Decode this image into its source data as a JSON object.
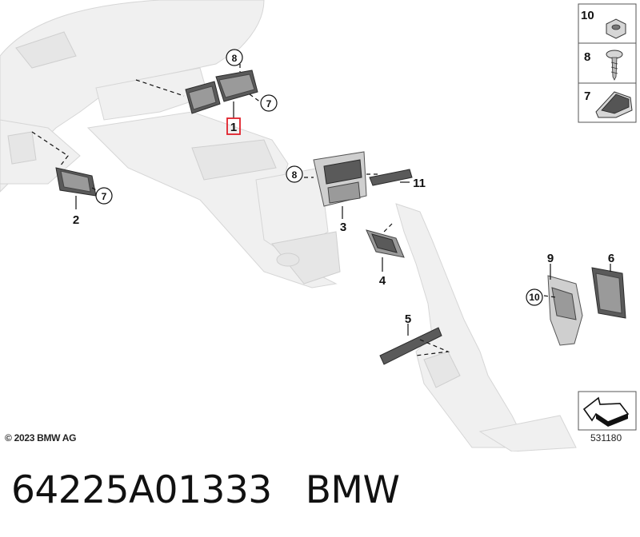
{
  "callouts": {
    "main_part": "1",
    "part2": "2",
    "part3": "3",
    "part4": "4",
    "part5": "5",
    "part6": "6",
    "part7a": "7",
    "part7b": "7",
    "part8a": "8",
    "part8b": "8",
    "part9": "9",
    "part10": "10",
    "part11": "11"
  },
  "legend": {
    "items": [
      "10",
      "8",
      "7"
    ]
  },
  "highlight_color": "#e0202a",
  "copyright": "© 2023 BMW AG",
  "diagram_number": "531180",
  "footer": {
    "part_number": "64225A01333",
    "brand": "BMW"
  }
}
